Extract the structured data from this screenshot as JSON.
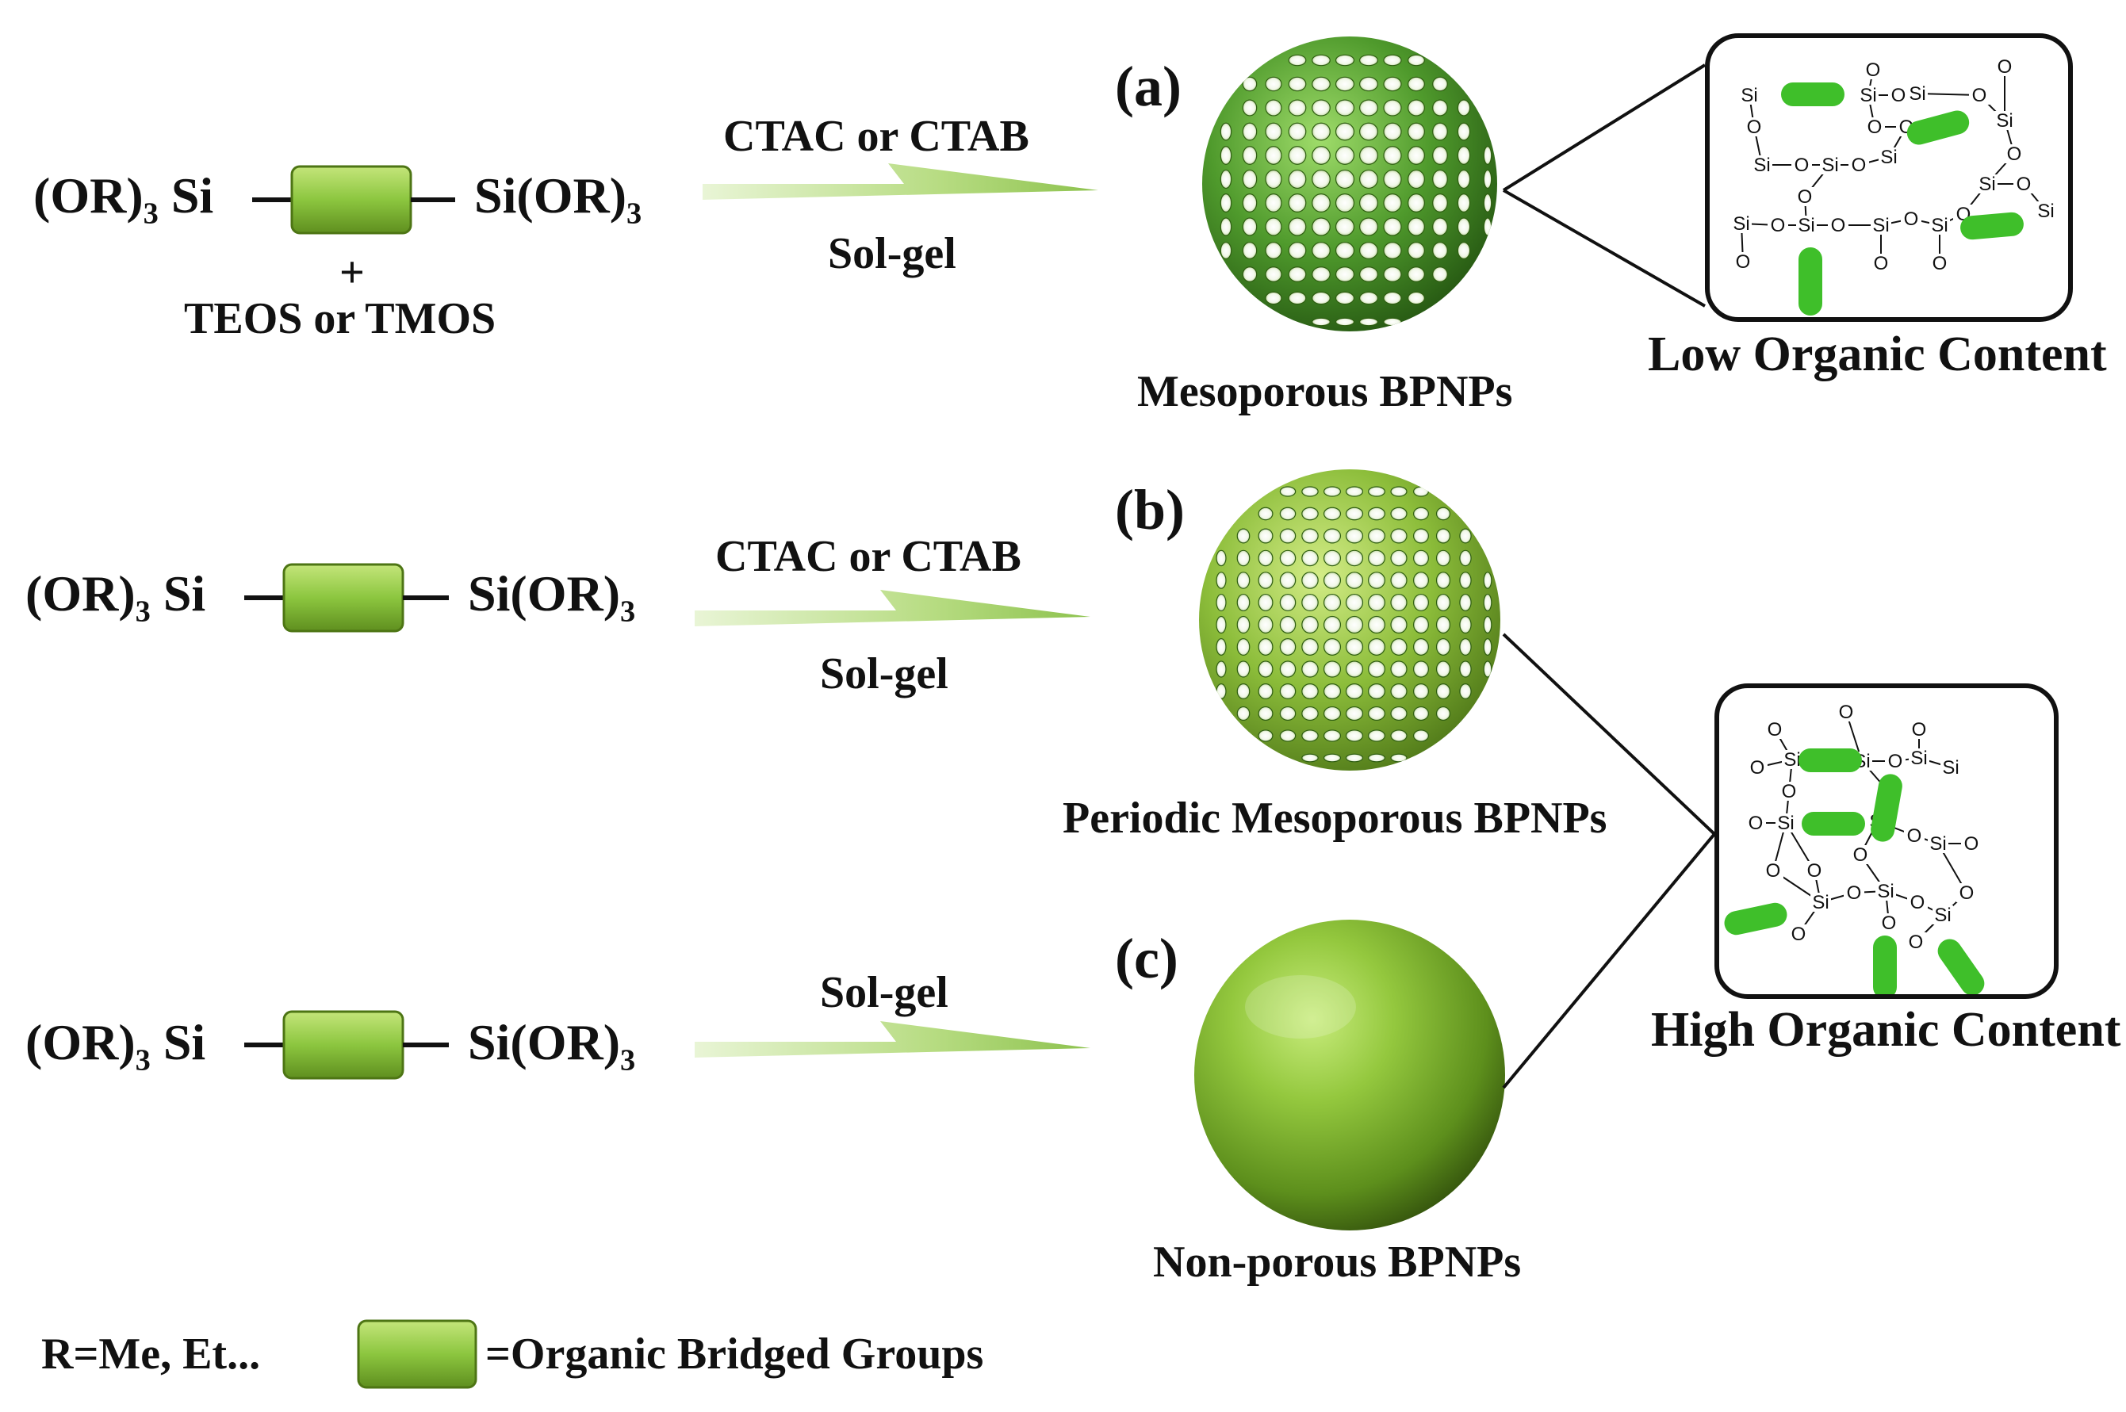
{
  "panels": [
    {
      "tag": "(a)",
      "precursor": {
        "left_a": "(OR)",
        "left_sub": "3",
        "left_b": " Si",
        "right_a": "Si(OR)",
        "right_sub": "3"
      },
      "plus": "+",
      "co_precursor": "TEOS or TMOS",
      "arrow_top": "CTAC or CTAB",
      "arrow_bottom": "Sol-gel",
      "product": "Mesoporous BPNPs",
      "inset_caption": "Low Organic Content"
    },
    {
      "tag": "(b)",
      "precursor": {
        "left_a": "(OR)",
        "left_sub": "3",
        "left_b": " Si",
        "right_a": "Si(OR)",
        "right_sub": "3"
      },
      "arrow_top": "CTAC or CTAB",
      "arrow_bottom": "Sol-gel",
      "product": "Periodic Mesoporous BPNPs"
    },
    {
      "tag": "(c)",
      "precursor": {
        "left_a": "(OR)",
        "left_sub": "3",
        "left_b": " Si",
        "right_a": "Si(OR)",
        "right_sub": "3"
      },
      "arrow_top": "Sol-gel",
      "product": "Non-porous BPNPs"
    }
  ],
  "inset_high_caption": "High Organic Content",
  "network_labels": {
    "si": "Si",
    "o": "O"
  },
  "legend": {
    "r_def": "R=Me, Et...",
    "block_def": "=Organic Bridged Groups"
  },
  "colors": {
    "organic_block": "#8cc63f",
    "sphere_green": "#6aa12a",
    "arrow_green": "#9ccc5a",
    "rod_green": "#3fbf2a"
  }
}
